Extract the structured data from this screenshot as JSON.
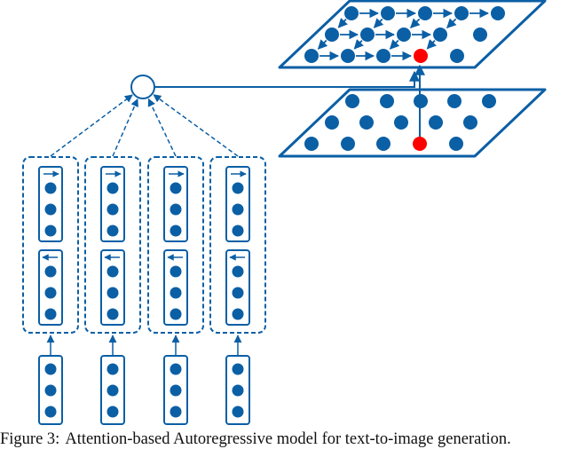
{
  "colors": {
    "primary": "#0b5fa5",
    "highlight": "#ff0000",
    "background": "#ffffff"
  },
  "diagram": {
    "encoder_columns": 4,
    "units_per_cell": 3,
    "hidden_plane_dots_per_row": 5,
    "hidden_plane_rows": 3,
    "highlight_row": 3,
    "highlight_column": 4
  },
  "caption": {
    "label": "Figure 3:",
    "text": "Attention-based Autoregressive model for text-to-image generation."
  }
}
